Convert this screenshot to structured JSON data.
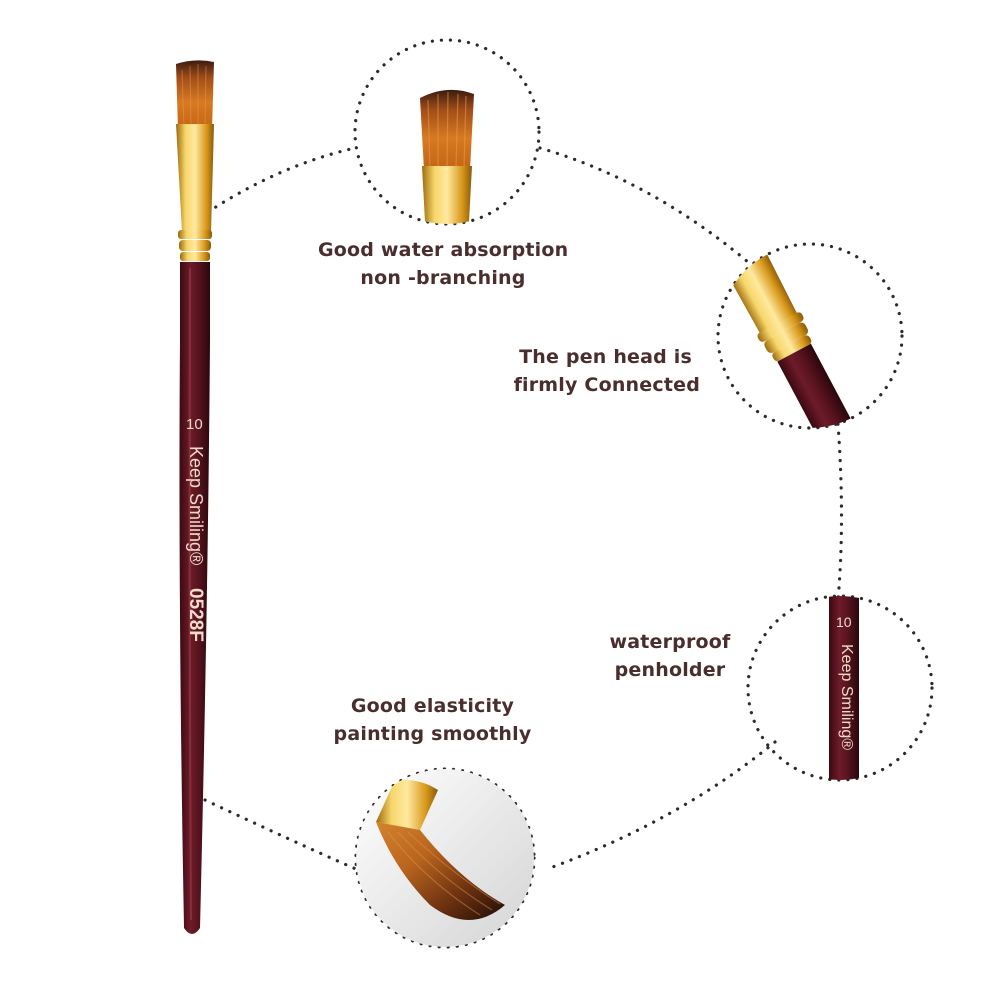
{
  "brush": {
    "size": "10",
    "brand": "Keep Smiling®",
    "model": "0528F"
  },
  "callouts": [
    {
      "lines": [
        "Good water absorption",
        "non -branching"
      ]
    },
    {
      "lines": [
        "The pen head is",
        "firmly Connected"
      ]
    },
    {
      "lines": [
        "waterproof",
        "penholder"
      ]
    },
    {
      "lines": [
        "Good elasticity",
        "painting smoothly"
      ]
    }
  ],
  "colors": {
    "handle": "#5a1420",
    "ferrule": "#e3a821",
    "bristle": "#cf6f1d",
    "caption_text": "#4a2e2e",
    "dotted_line": "#2b2b2b"
  }
}
